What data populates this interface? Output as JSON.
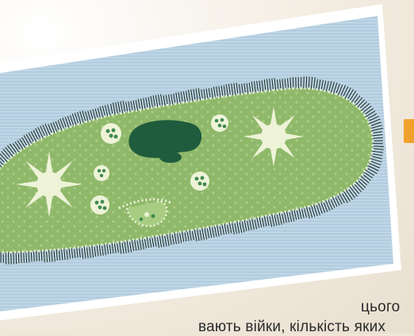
{
  "figure": {
    "icon": "paramecium-illustration",
    "colors": {
      "water": "#b6cfe0",
      "cell": "#92b96c",
      "nucleus": "#1e5a3c",
      "vacuole": "#eef3d8",
      "cilia": "#1c2a1c"
    }
  },
  "body_text": {
    "line_1": "цього",
    "line_2": "вають війки, кількість яких"
  },
  "page_colors": {
    "accent_tab": "#f0a12b"
  }
}
